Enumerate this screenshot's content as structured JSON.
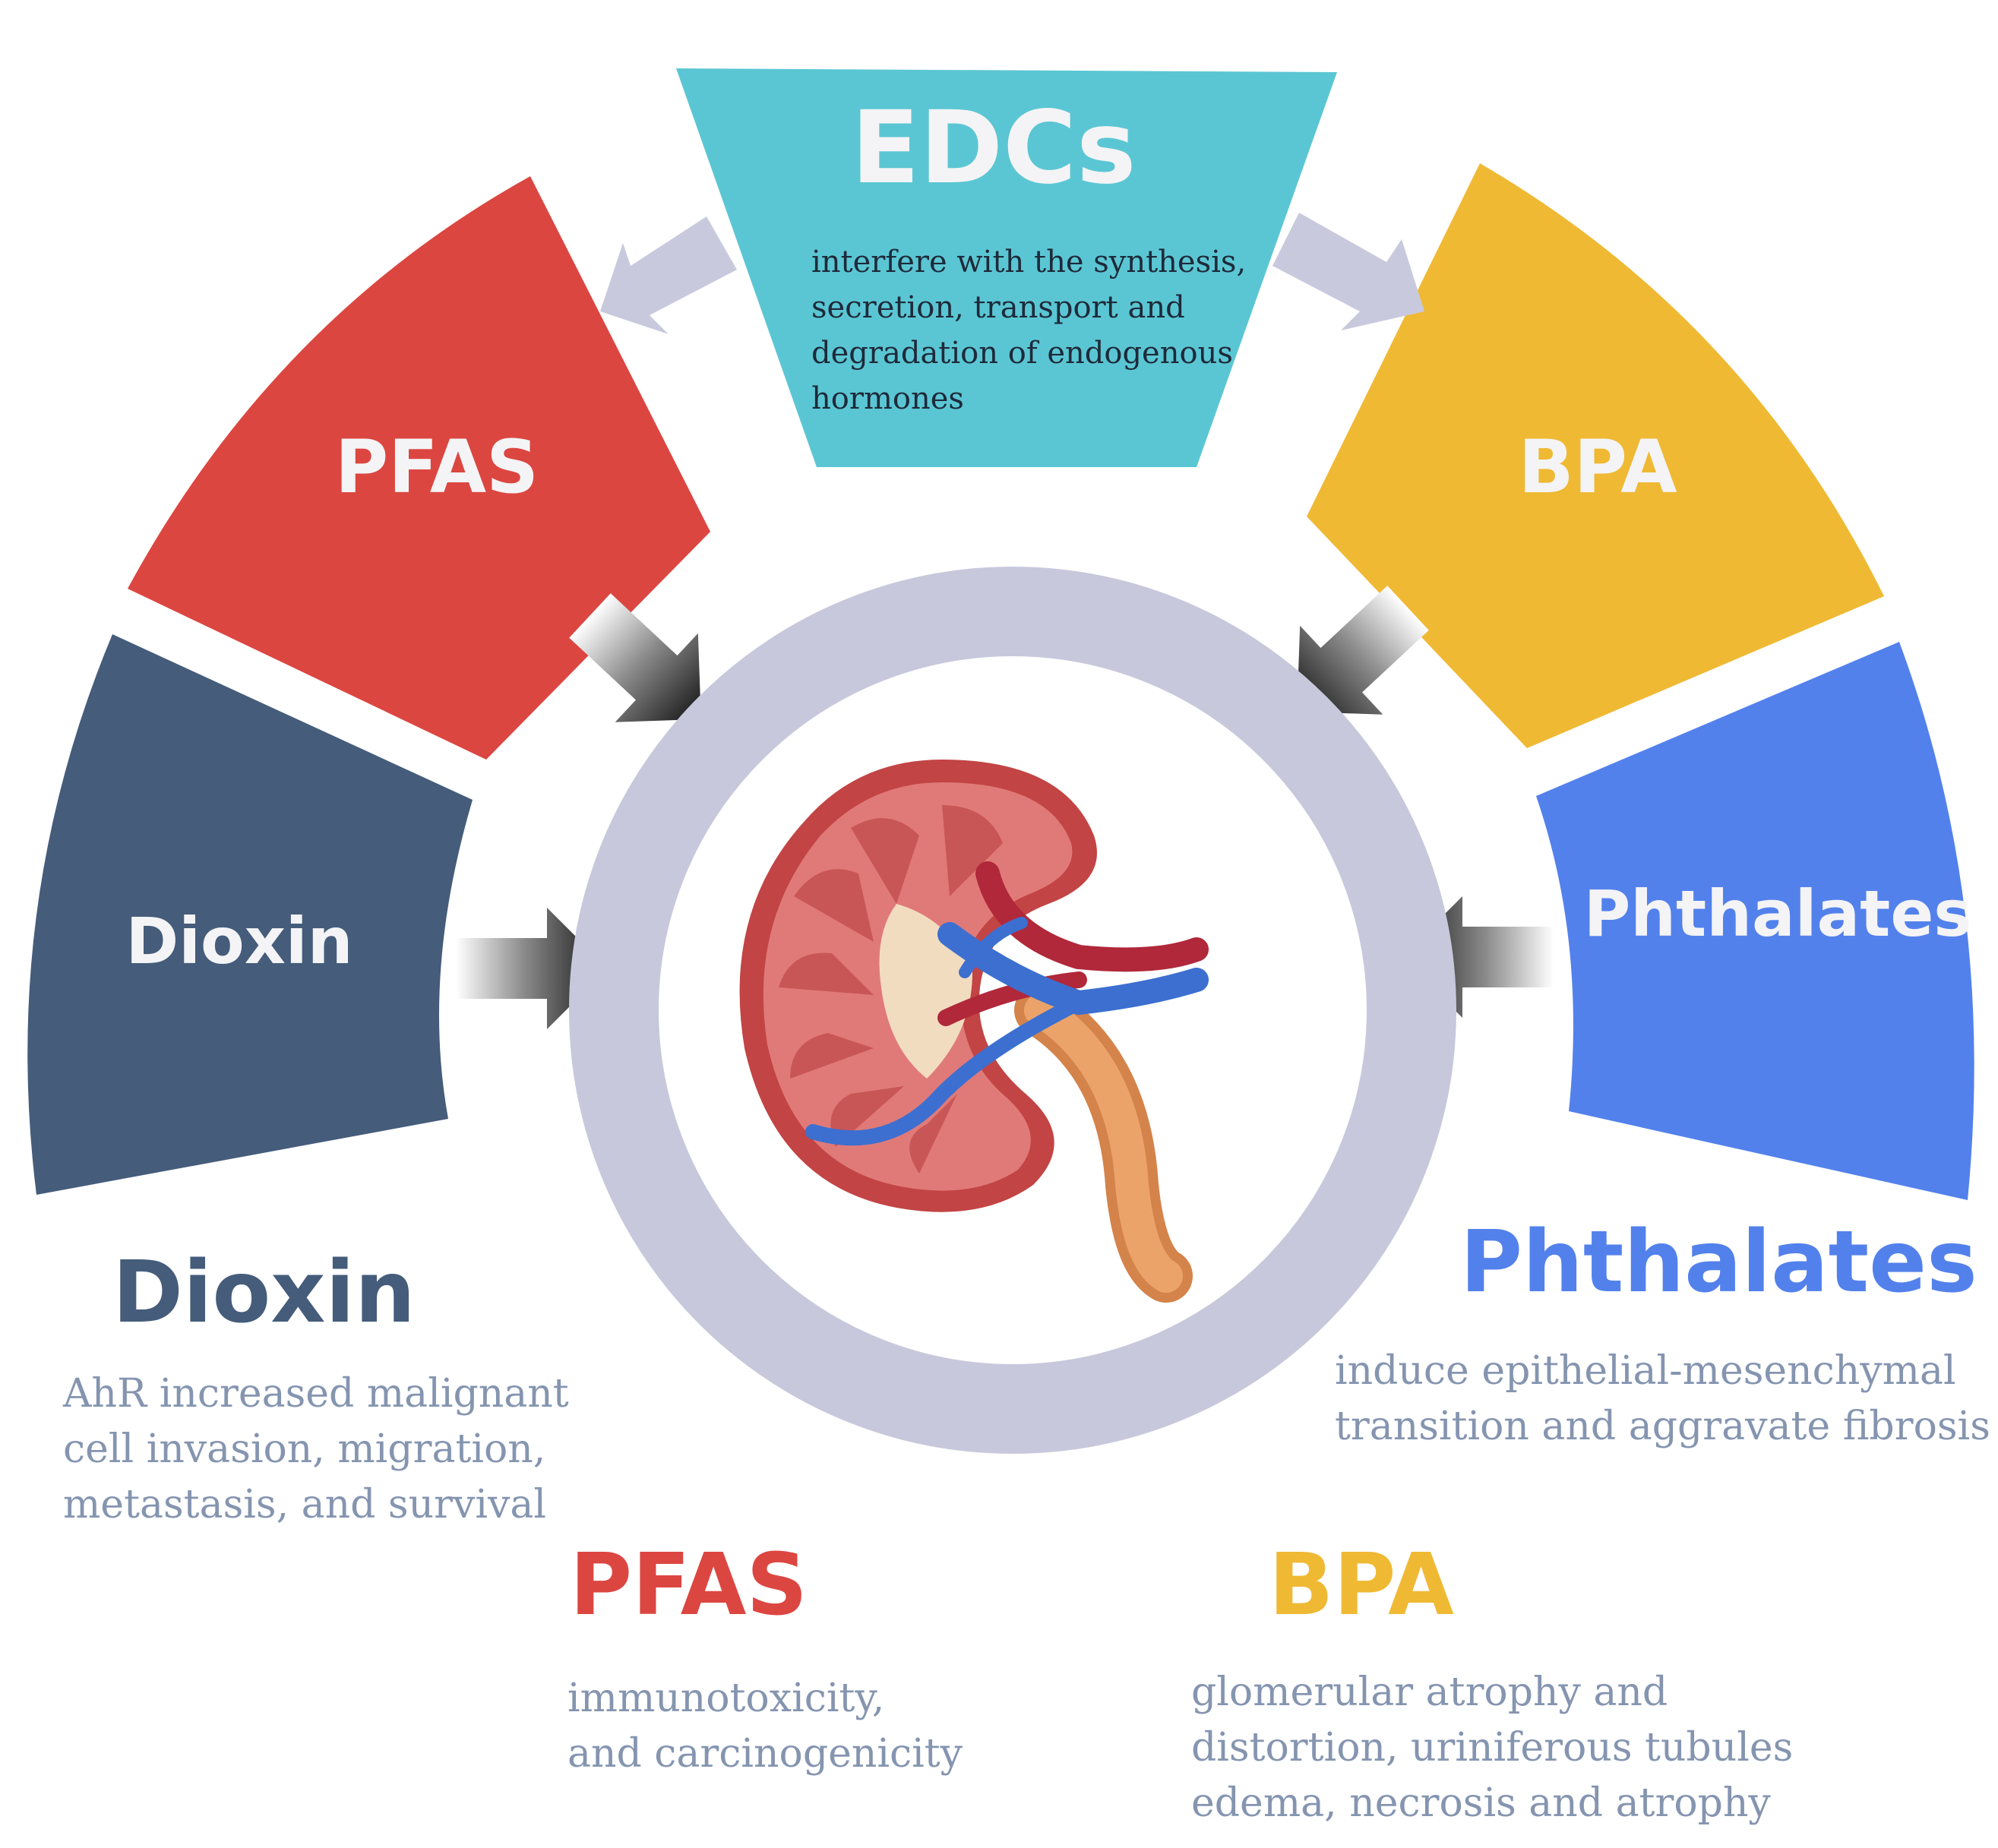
{
  "colors": {
    "edcs": "#5bc6d3",
    "pfas": "#dc4641",
    "bpa": "#efb934",
    "dioxin": "#455c7b",
    "phthalates": "#5381ec",
    "ring": "#c8c8dc",
    "connector_arrow": "#c9c9de",
    "desc_text": "#8595b0"
  },
  "segments": {
    "edcs": {
      "title": "EDCs",
      "desc": [
        "interfere with the synthesis,",
        "secretion, transport and",
        "degradation of endogenous",
        "hormones"
      ]
    },
    "pfas": {
      "title": "PFAS"
    },
    "bpa": {
      "title": "BPA"
    },
    "dioxin": {
      "title": "Dioxin"
    },
    "phthalates": {
      "title": "Phthalates"
    }
  },
  "effects": {
    "dioxin": {
      "title": "Dioxin",
      "desc": [
        "AhR increased malignant",
        "cell invasion, migration,",
        "metastasis, and survival"
      ]
    },
    "phthalates": {
      "title": "Phthalates",
      "desc": [
        "induce epithelial-mesenchymal",
        "transition and aggravate fibrosis"
      ]
    },
    "pfas": {
      "title": "PFAS",
      "desc": [
        "immunotoxicity,",
        "and carcinogenicity"
      ]
    },
    "bpa": {
      "title": "BPA",
      "desc": [
        "glomerular atrophy and",
        "distortion, uriniferous tubules",
        "edema, necrosis and atrophy"
      ]
    }
  },
  "center_image": "kidney-illustration"
}
